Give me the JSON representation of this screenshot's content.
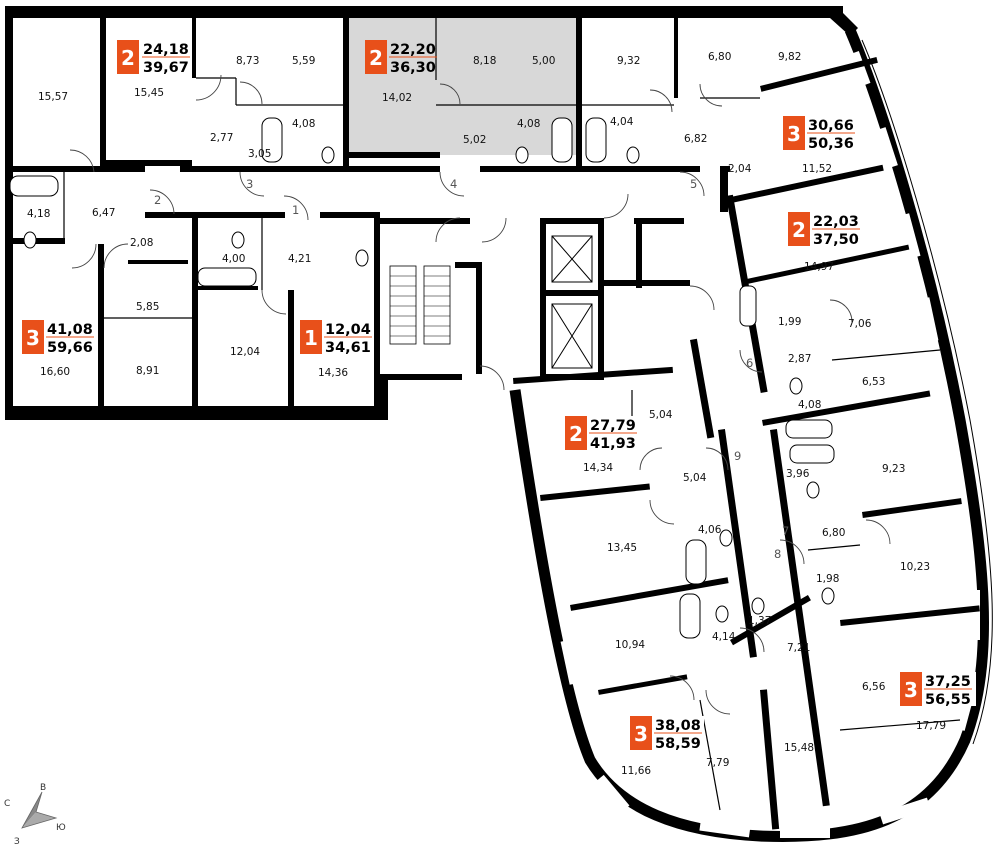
{
  "rooms": [
    {
      "id": "r1",
      "label": "15,57"
    },
    {
      "id": "r2",
      "label": "15,45"
    },
    {
      "id": "r3",
      "label": "8,73"
    },
    {
      "id": "r4",
      "label": "5,59"
    },
    {
      "id": "r5",
      "label": "14,02"
    },
    {
      "id": "r6",
      "label": "8,18"
    },
    {
      "id": "r7",
      "label": "5,00"
    },
    {
      "id": "r8",
      "label": "9,32"
    },
    {
      "id": "r9",
      "label": "6,80"
    },
    {
      "id": "r10",
      "label": "9,82"
    },
    {
      "id": "r11",
      "label": "2,77"
    },
    {
      "id": "r12",
      "label": "4,08"
    },
    {
      "id": "r13",
      "label": "3,05"
    },
    {
      "id": "r14",
      "label": "5,02"
    },
    {
      "id": "r15",
      "label": "4,08"
    },
    {
      "id": "r16",
      "label": "4,04"
    },
    {
      "id": "r17",
      "label": "6,82"
    },
    {
      "id": "r18",
      "label": "2,04"
    },
    {
      "id": "r19",
      "label": "11,52"
    },
    {
      "id": "r20",
      "label": "4,18"
    },
    {
      "id": "r21",
      "label": "6,47"
    },
    {
      "id": "r22",
      "label": "2,08"
    },
    {
      "id": "r23",
      "label": "4,00"
    },
    {
      "id": "r24",
      "label": "4,21"
    },
    {
      "id": "r25",
      "label": "14,97"
    },
    {
      "id": "r26",
      "label": "5,85"
    },
    {
      "id": "r27",
      "label": "1,99"
    },
    {
      "id": "r28",
      "label": "7,06"
    },
    {
      "id": "r29",
      "label": "2,87"
    },
    {
      "id": "r30",
      "label": "16,60"
    },
    {
      "id": "r31",
      "label": "8,91"
    },
    {
      "id": "r32",
      "label": "12,04"
    },
    {
      "id": "r33",
      "label": "14,36"
    },
    {
      "id": "r34",
      "label": "6,53"
    },
    {
      "id": "r35",
      "label": "4,08"
    },
    {
      "id": "r36",
      "label": "5,04"
    },
    {
      "id": "r37",
      "label": "14,34"
    },
    {
      "id": "r38",
      "label": "3,96"
    },
    {
      "id": "r39",
      "label": "9,23"
    },
    {
      "id": "r40",
      "label": "5,04"
    },
    {
      "id": "r41",
      "label": "6,80"
    },
    {
      "id": "r42",
      "label": "4,06"
    },
    {
      "id": "r43",
      "label": "13,45"
    },
    {
      "id": "r44",
      "label": "10,23"
    },
    {
      "id": "r45",
      "label": "1,98"
    },
    {
      "id": "r46",
      "label": "1,37"
    },
    {
      "id": "r47",
      "label": "10,94"
    },
    {
      "id": "r48",
      "label": "4,14"
    },
    {
      "id": "r49",
      "label": "7,21"
    },
    {
      "id": "r50",
      "label": "6,56"
    },
    {
      "id": "r51",
      "label": "17,79"
    },
    {
      "id": "r52",
      "label": "15,48"
    },
    {
      "id": "r53",
      "label": "7,79"
    },
    {
      "id": "r54",
      "label": "11,66"
    }
  ],
  "doors_numbers": [
    "1",
    "2",
    "3",
    "4",
    "5",
    "6",
    "7",
    "8",
    "9"
  ],
  "apartments": [
    {
      "id": "a1",
      "rooms": "2",
      "living": "24,18",
      "total": "39,67"
    },
    {
      "id": "a2",
      "rooms": "2",
      "living": "22,20",
      "total": "36,30"
    },
    {
      "id": "a3",
      "rooms": "3",
      "living": "30,66",
      "total": "50,36"
    },
    {
      "id": "a4",
      "rooms": "2",
      "living": "22,03",
      "total": "37,50"
    },
    {
      "id": "a5",
      "rooms": "3",
      "living": "41,08",
      "total": "59,66"
    },
    {
      "id": "a6",
      "rooms": "1",
      "living": "12,04",
      "total": "34,61"
    },
    {
      "id": "a7",
      "rooms": "2",
      "living": "27,79",
      "total": "41,93"
    },
    {
      "id": "a8",
      "rooms": "3",
      "living": "37,25",
      "total": "56,55"
    },
    {
      "id": "a9",
      "rooms": "3",
      "living": "38,08",
      "total": "58,59"
    }
  ],
  "compass": {
    "north": "С",
    "east": "В",
    "south": "Ю",
    "west": "З"
  },
  "colors": {
    "accent": "#e8501a",
    "highlight": "#d8d8d8",
    "wall": "#000000"
  }
}
